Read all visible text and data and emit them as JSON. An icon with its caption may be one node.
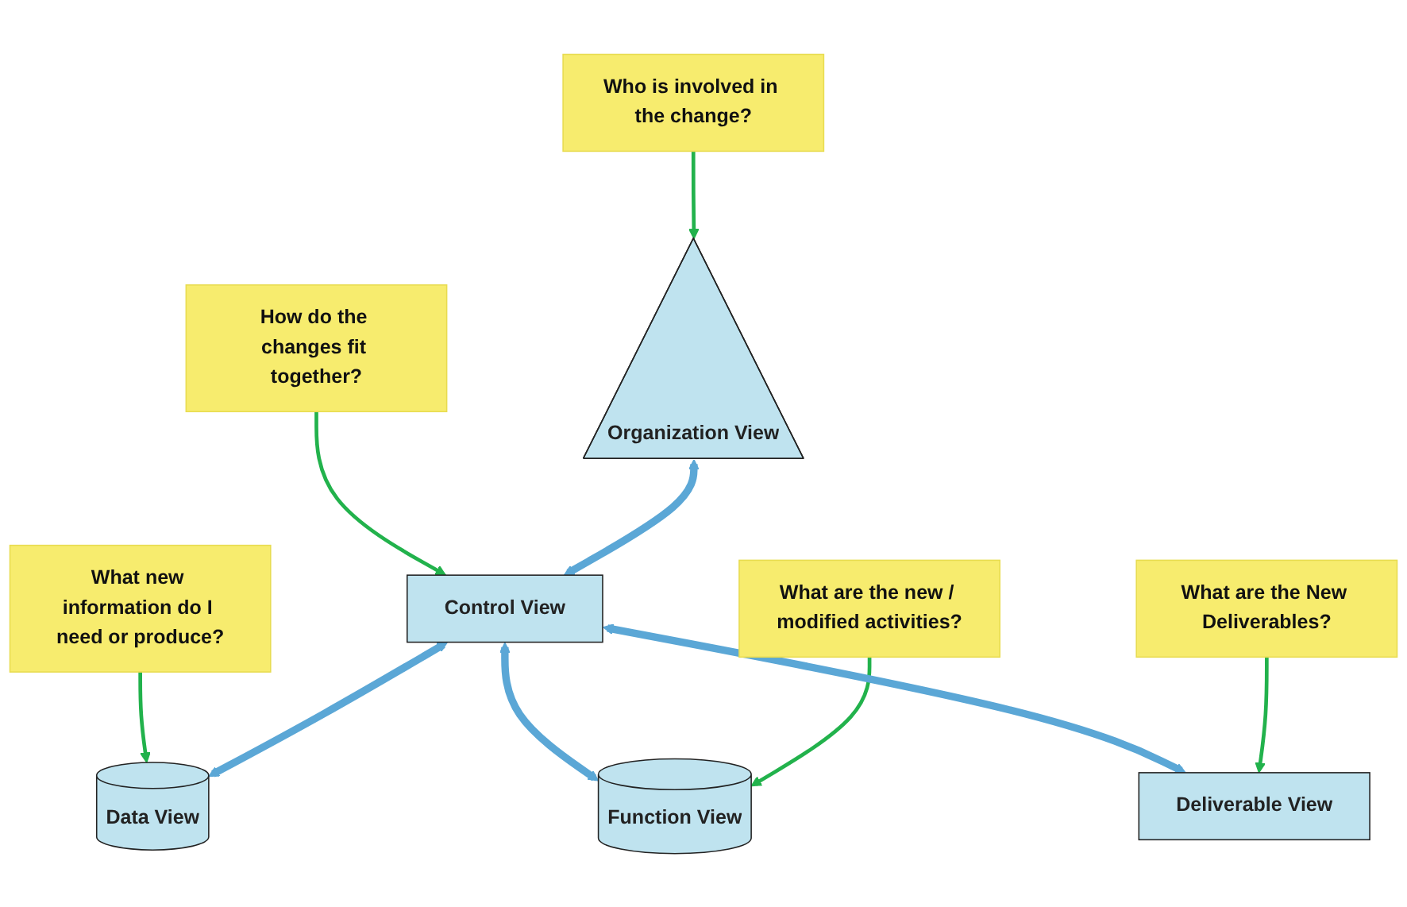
{
  "diagram": {
    "nodes": [
      {
        "text": [
          "How do the changes fit together?"
        ]
      },
      {
        "text": [
          "Who is involved in the change?"
        ]
      },
      {
        "text": [
          "Organization View"
        ]
      },
      {
        "text": [
          "What new information do I need or produce?"
        ]
      },
      {
        "text": [
          "Data View"
        ]
      },
      {
        "text": [
          "Control View"
        ]
      },
      {
        "text": [
          "Function View"
        ]
      },
      {
        "text": [
          "What are the new / modified activities?"
        ]
      },
      {
        "text": [
          "Deliverable View"
        ]
      },
      {
        "text": [
          "What are the New Deliverables?"
        ]
      }
    ],
    "edges": [
      {
        "from": 0,
        "to": 5,
        "arrow": "to"
      },
      {
        "from": 1,
        "to": 2,
        "arrow": "to"
      },
      {
        "from": 2,
        "to": 5,
        "arrow": "both",
        "style": "thick",
        "color": "#5ba7d6"
      },
      {
        "from": 3,
        "to": 4,
        "arrow": "to"
      },
      {
        "from": 4,
        "to": 5,
        "arrow": "both",
        "style": "thick",
        "color": "#5ba7d6"
      },
      {
        "from": 5,
        "to": 6,
        "arrow": "both",
        "style": "thick",
        "color": "#5ba7d6"
      },
      {
        "from": 7,
        "to": 6,
        "arrow": "to"
      },
      {
        "from": 5,
        "to": 8,
        "arrow": "both",
        "style": "thick",
        "color": "#5ba7d6"
      },
      {
        "from": 9,
        "to": 8,
        "arrow": "to"
      }
    ]
  }
}
